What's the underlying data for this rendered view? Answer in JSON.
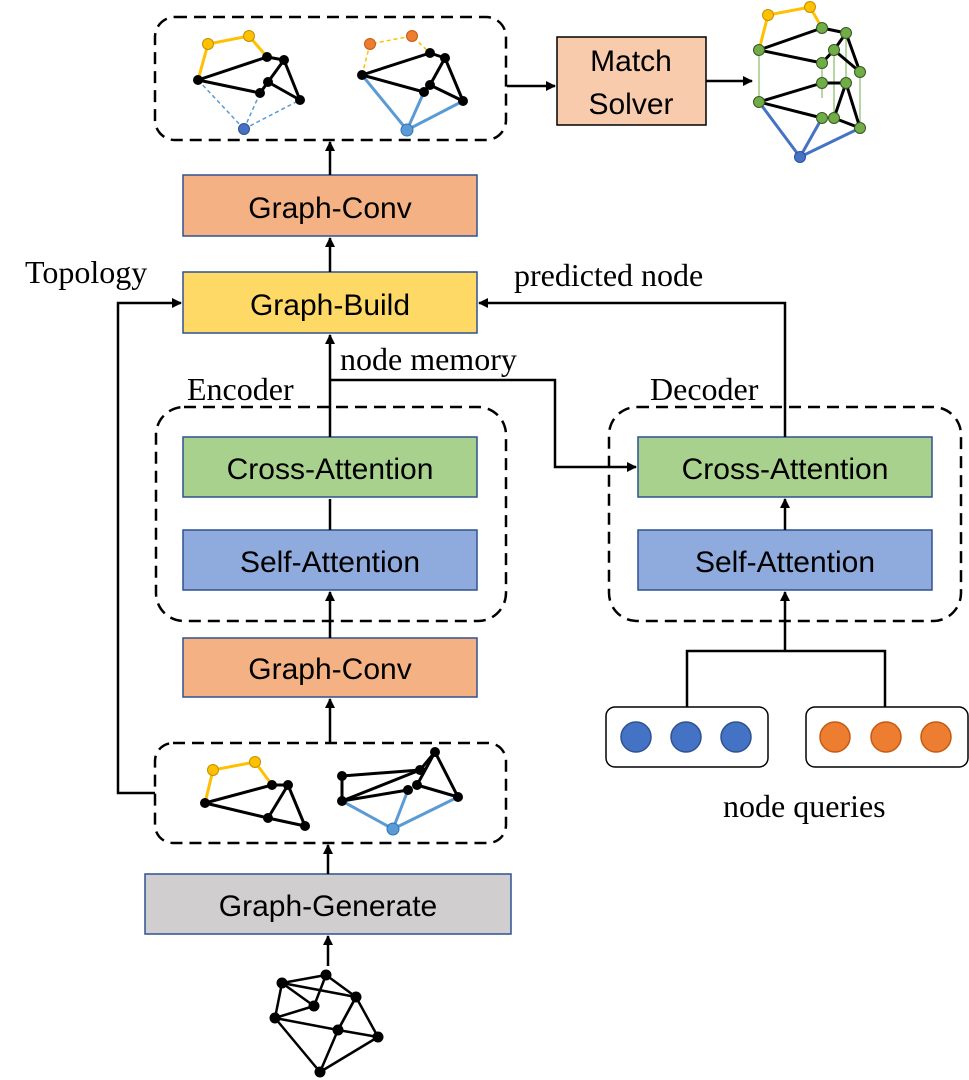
{
  "labels": {
    "topology": "Topology",
    "predicted_node": "predicted node",
    "node_memory": "node memory",
    "encoder": "Encoder",
    "decoder": "Decoder",
    "node_queries": "node queries"
  },
  "blocks": {
    "graph_conv_top": "Graph-Conv",
    "graph_build": "Graph-Build",
    "enc_cross_attention": "Cross-Attention",
    "enc_self_attention": "Self-Attention",
    "graph_conv_mid": "Graph-Conv",
    "graph_generate": "Graph-Generate",
    "dec_cross_attention": "Cross-Attention",
    "dec_self_attention": "Self-Attention",
    "match_solver_line1": "Match",
    "match_solver_line2": "Solver"
  },
  "colors": {
    "graph_conv": "#f4b183",
    "graph_build": "#ffd966",
    "cross_attention": "#a9d18e",
    "self_attention": "#8faadc",
    "graph_generate": "#d0cece",
    "match_solver": "#f8cbad",
    "query_blue": "#4472c4",
    "query_orange": "#ed7d31",
    "node_yellow": "#ffc000",
    "node_green": "#70ad47",
    "edge_blue": "#5b9bd5"
  }
}
